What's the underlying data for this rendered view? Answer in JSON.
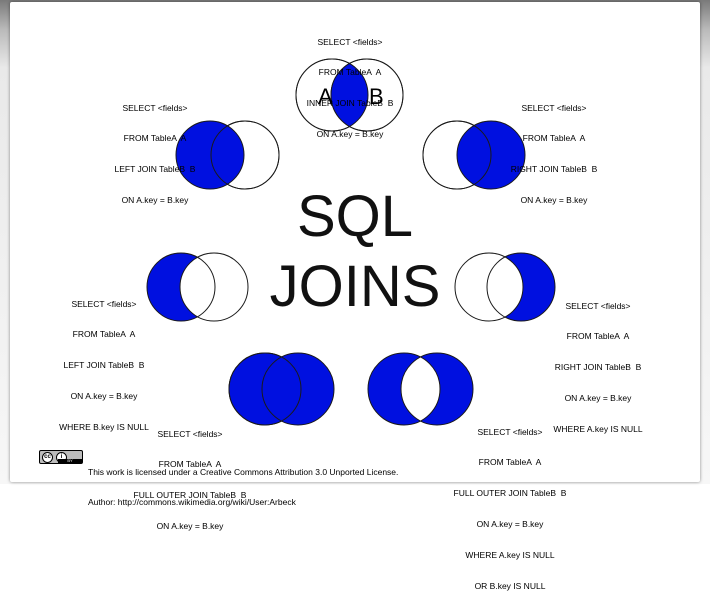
{
  "title": {
    "line1": "SQL",
    "line2": "JOINS"
  },
  "colors": {
    "fill": "#0010e0",
    "stroke": "#1a1a1a",
    "background": "#ffffff"
  },
  "inner_join": {
    "label_a": "A",
    "label_b": "B",
    "code": [
      "SELECT <fields>",
      "FROM TableA  A",
      "INNER JOIN TableB  B",
      "ON A.key = B.key"
    ]
  },
  "left_join": {
    "code": [
      "SELECT <fields>",
      "FROM TableA  A",
      "LEFT JOIN TableB  B",
      "ON A.key = B.key"
    ]
  },
  "right_join": {
    "code": [
      "SELECT <fields>",
      "FROM TableA  A",
      "RIGHT JOIN TableB  B",
      "ON A.key = B.key"
    ]
  },
  "left_excl": {
    "code": [
      "SELECT <fields>",
      "FROM TableA  A",
      "LEFT JOIN TableB  B",
      "ON A.key = B.key",
      "WHERE B.key IS NULL"
    ]
  },
  "right_excl": {
    "code": [
      "SELECT <fields>",
      "FROM TableA  A",
      "RIGHT JOIN TableB  B",
      "ON A.key = B.key",
      "WHERE A.key IS NULL"
    ]
  },
  "full_outer": {
    "code": [
      "SELECT <fields>",
      "FROM TableA  A",
      "FULL OUTER JOIN TableB  B",
      "ON A.key = B.key"
    ]
  },
  "full_outer_excl": {
    "code": [
      "SELECT <fields>",
      "FROM TableA  A",
      "FULL OUTER JOIN TableB  B",
      "ON A.key = B.key",
      "WHERE A.key IS NULL",
      "OR B.key IS NULL"
    ]
  },
  "license": {
    "icon": "creative-commons-by-icon",
    "badge_cc": "cc",
    "badge_by": "i",
    "badge_strip": "BY",
    "line1": "This work is licensed under a Creative Commons Attribution 3.0 Unported License.",
    "line2": "Author: http://commons.wikimedia.org/wiki/User:Arbeck"
  }
}
